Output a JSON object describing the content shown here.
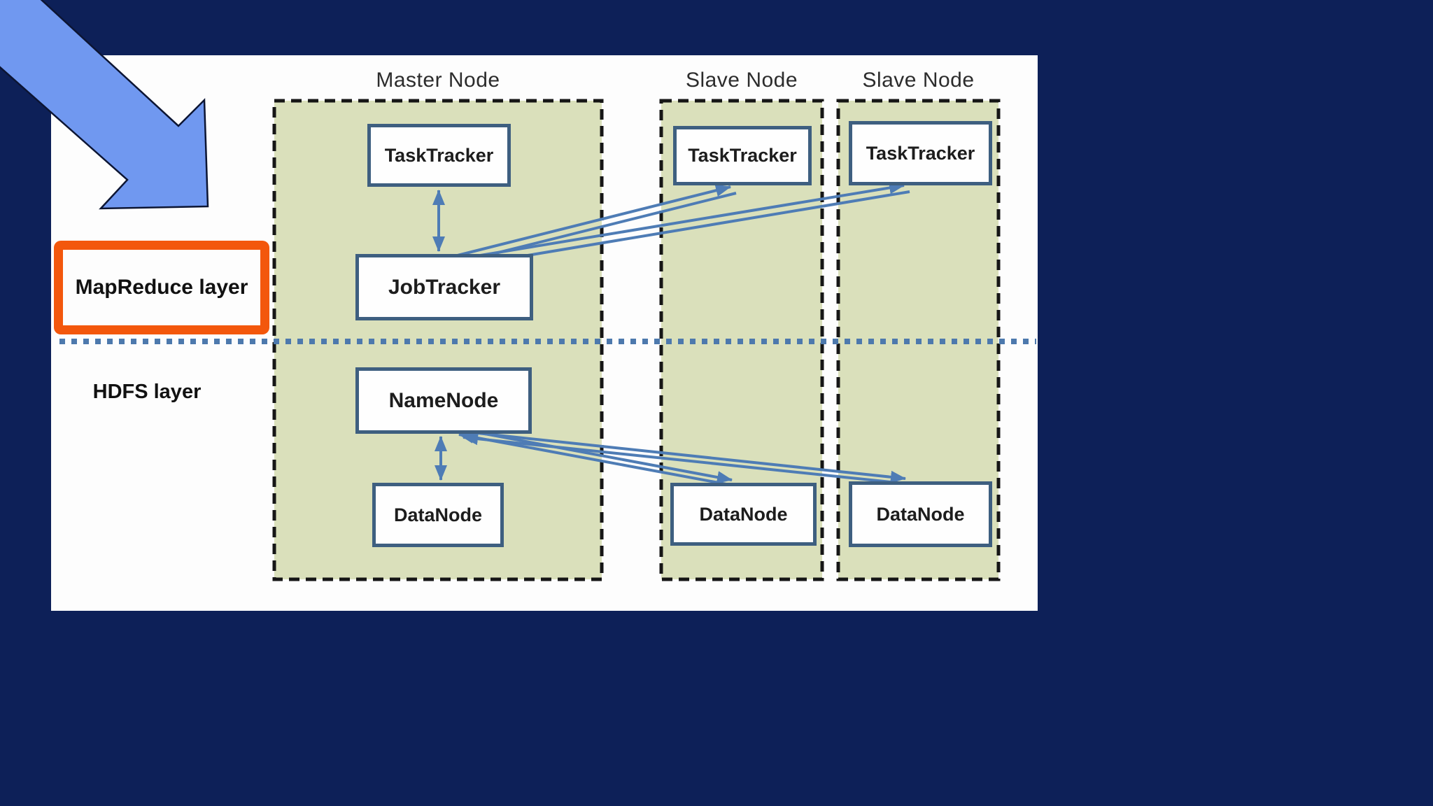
{
  "layers": {
    "mapreduce": {
      "label": "MapReduce layer"
    },
    "hdfs": {
      "label": "HDFS layer"
    }
  },
  "groups": {
    "master": {
      "title": "Master Node",
      "boxes": {
        "task_tracker": "TaskTracker",
        "job_tracker": "JobTracker",
        "name_node": "NameNode",
        "data_node": "DataNode"
      }
    },
    "slave1": {
      "title": "Slave Node",
      "boxes": {
        "task_tracker": "TaskTracker",
        "data_node": "DataNode"
      }
    },
    "slave2": {
      "title": "Slave Node",
      "boxes": {
        "task_tracker": "TaskTracker",
        "data_node": "DataNode"
      }
    }
  },
  "icons": {
    "pointer_arrow": "arrow-down-right"
  },
  "colors": {
    "background": "#0d2058",
    "slide": "#fdfdfd",
    "group_fill": "#dae0bb",
    "group_border": "#161616",
    "box_border": "#3e5f80",
    "box_text": "#1d1d1d",
    "title_text": "#2c2c2c",
    "arrow": "#4e7cb5",
    "divider": "#4d79ad",
    "highlight": "#f3570c",
    "pointer_fill": "#7098f0",
    "pointer_stroke": "#0c1533"
  }
}
